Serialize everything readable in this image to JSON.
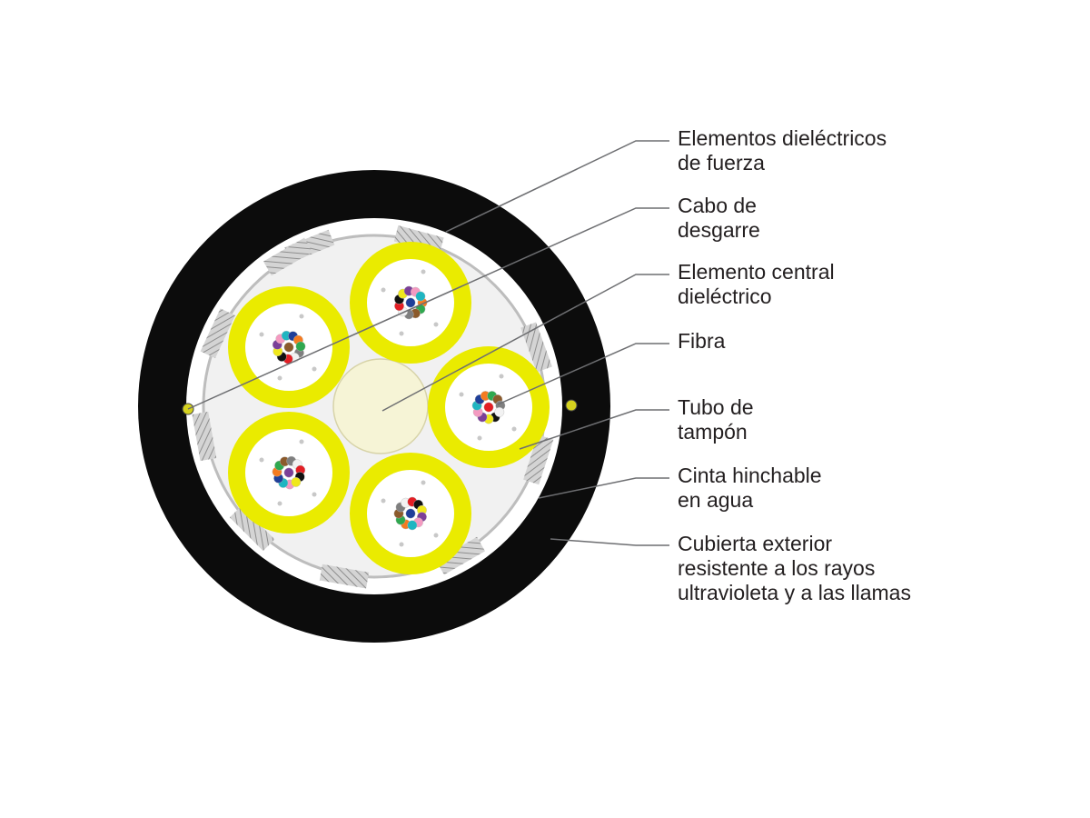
{
  "labels": [
    {
      "id": "strength",
      "lines": [
        "Elementos dieléctricos",
        "de fuerza"
      ]
    },
    {
      "id": "ripcord",
      "lines": [
        "Cabo de",
        "desgarre"
      ]
    },
    {
      "id": "central",
      "lines": [
        "Elemento central",
        "dieléctrico"
      ]
    },
    {
      "id": "fiber",
      "lines": [
        "Fibra"
      ]
    },
    {
      "id": "buffer",
      "lines": [
        "Tubo de",
        "tampón"
      ]
    },
    {
      "id": "tape",
      "lines": [
        "Cinta hinchable",
        "en agua"
      ]
    },
    {
      "id": "jacket",
      "lines": [
        "Cubierta exterior",
        "resistente a los rayos",
        "ultravioleta y a las llamas"
      ]
    }
  ],
  "colors": {
    "jacket": "#0c0c0c",
    "tube": "#eaeb00",
    "tube_inner": "#ffffff",
    "central_member": "#f6f4d6",
    "strength_yarn": "#c9c9c9",
    "leader_line": "#6d6e71",
    "label_text": "#231f20",
    "fiber_colors": [
      "#1f3f99",
      "#f47b20",
      "#2fa84f",
      "#8b5a2b",
      "#7f7f7f",
      "#f2f2f2",
      "#e31e24",
      "#111111",
      "#f0e81b",
      "#7b3f98",
      "#f49ac1",
      "#1fb5c1"
    ]
  }
}
